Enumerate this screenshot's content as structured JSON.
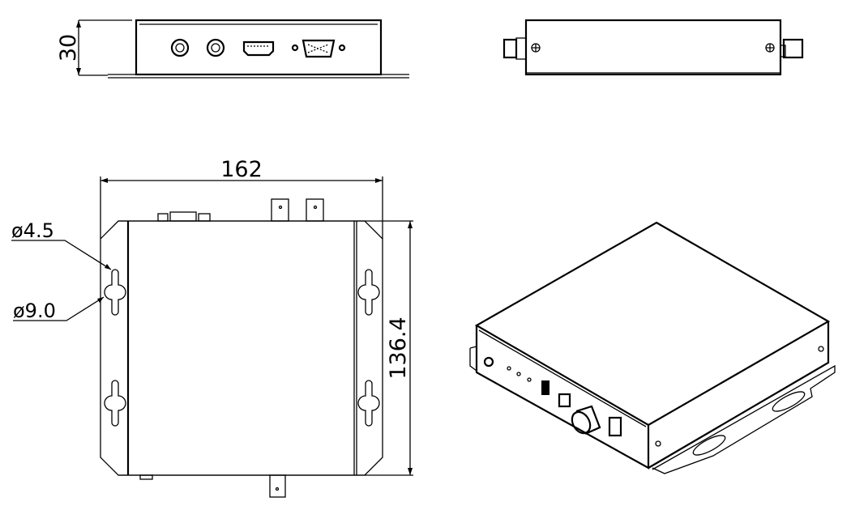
{
  "dimensions": {
    "height": "30",
    "width": "162",
    "depth": "136.4",
    "hole_small": "ø4.5",
    "hole_large": "ø9.0"
  },
  "colors": {
    "line": "#000000",
    "background": "#ffffff"
  }
}
